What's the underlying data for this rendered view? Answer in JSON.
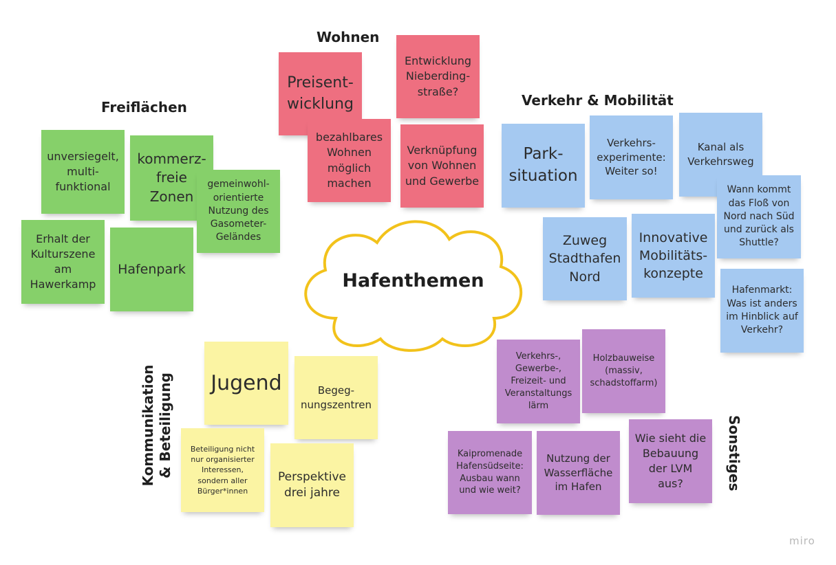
{
  "center": {
    "title": "Hafenthemen"
  },
  "headings": {
    "freiflaechen": "Freiflächen",
    "wohnen": "Wohnen",
    "verkehr": "Verkehr & Mobilität",
    "kommunikation_line1": "Kommunikation",
    "kommunikation_line2": "& Beteiligung",
    "sonstiges": "Sonstiges"
  },
  "colors": {
    "green": "#86d06a",
    "red": "#ee6f80",
    "blue": "#a5c9f1",
    "yellow": "#fbf4a3",
    "purple": "#c08ccd",
    "cloud_outline": "#f2c21b"
  },
  "notes": {
    "freiflaechen": [
      "unversiegelt,\nmulti-\nfunktional",
      "kommerz-\nfreie\nZonen",
      "gemeinwohl-\norientierte\nNutzung des\nGasometer-\nGeländes",
      "Erhalt der\nKulturszene\nam\nHawerkamp",
      "Hafenpark"
    ],
    "wohnen": [
      "Preisent-\nwicklung",
      "Entwicklung\nNieberding-\nstraße?",
      "bezahlbares\nWohnen\nmöglich\nmachen",
      "Verknüpfung\nvon Wohnen\nund Gewerbe"
    ],
    "verkehr": [
      "Park-\nsituation",
      "Verkehrs-\nexperimente:\nWeiter so!",
      "Kanal als\nVerkehrsweg",
      "Wann kommt\ndas Floß von\nNord nach Süd\nund zurück als\nShuttle?",
      "Zuweg\nStadthafen\nNord",
      "Innovative\nMobilitäts-\nkonzepte",
      "Hafenmarkt:\nWas ist anders\nim Hinblick auf\nVerkehr?"
    ],
    "kommunikation": [
      "Jugend",
      "Begeg-\nnungszentren",
      "Beteiligung nicht\nnur organisierter\nInteressen,\nsondern aller\nBürger*innen",
      "Perspektive\ndrei jahre"
    ],
    "sonstiges": [
      "Verkehrs-,\nGewerbe-,\nFreizeit- und\nVeranstaltungs\nlärm",
      "Holzbauweise\n(massiv,\nschadstoffarm)",
      "Kaipromenade\nHafensüdseite:\nAusbau wann\nund wie weit?",
      "Nutzung der\nWasserfläche\nim Hafen",
      "Wie sieht die\nBebauung\nder LVM\naus?"
    ]
  },
  "brand": {
    "logo_text": "miro"
  }
}
